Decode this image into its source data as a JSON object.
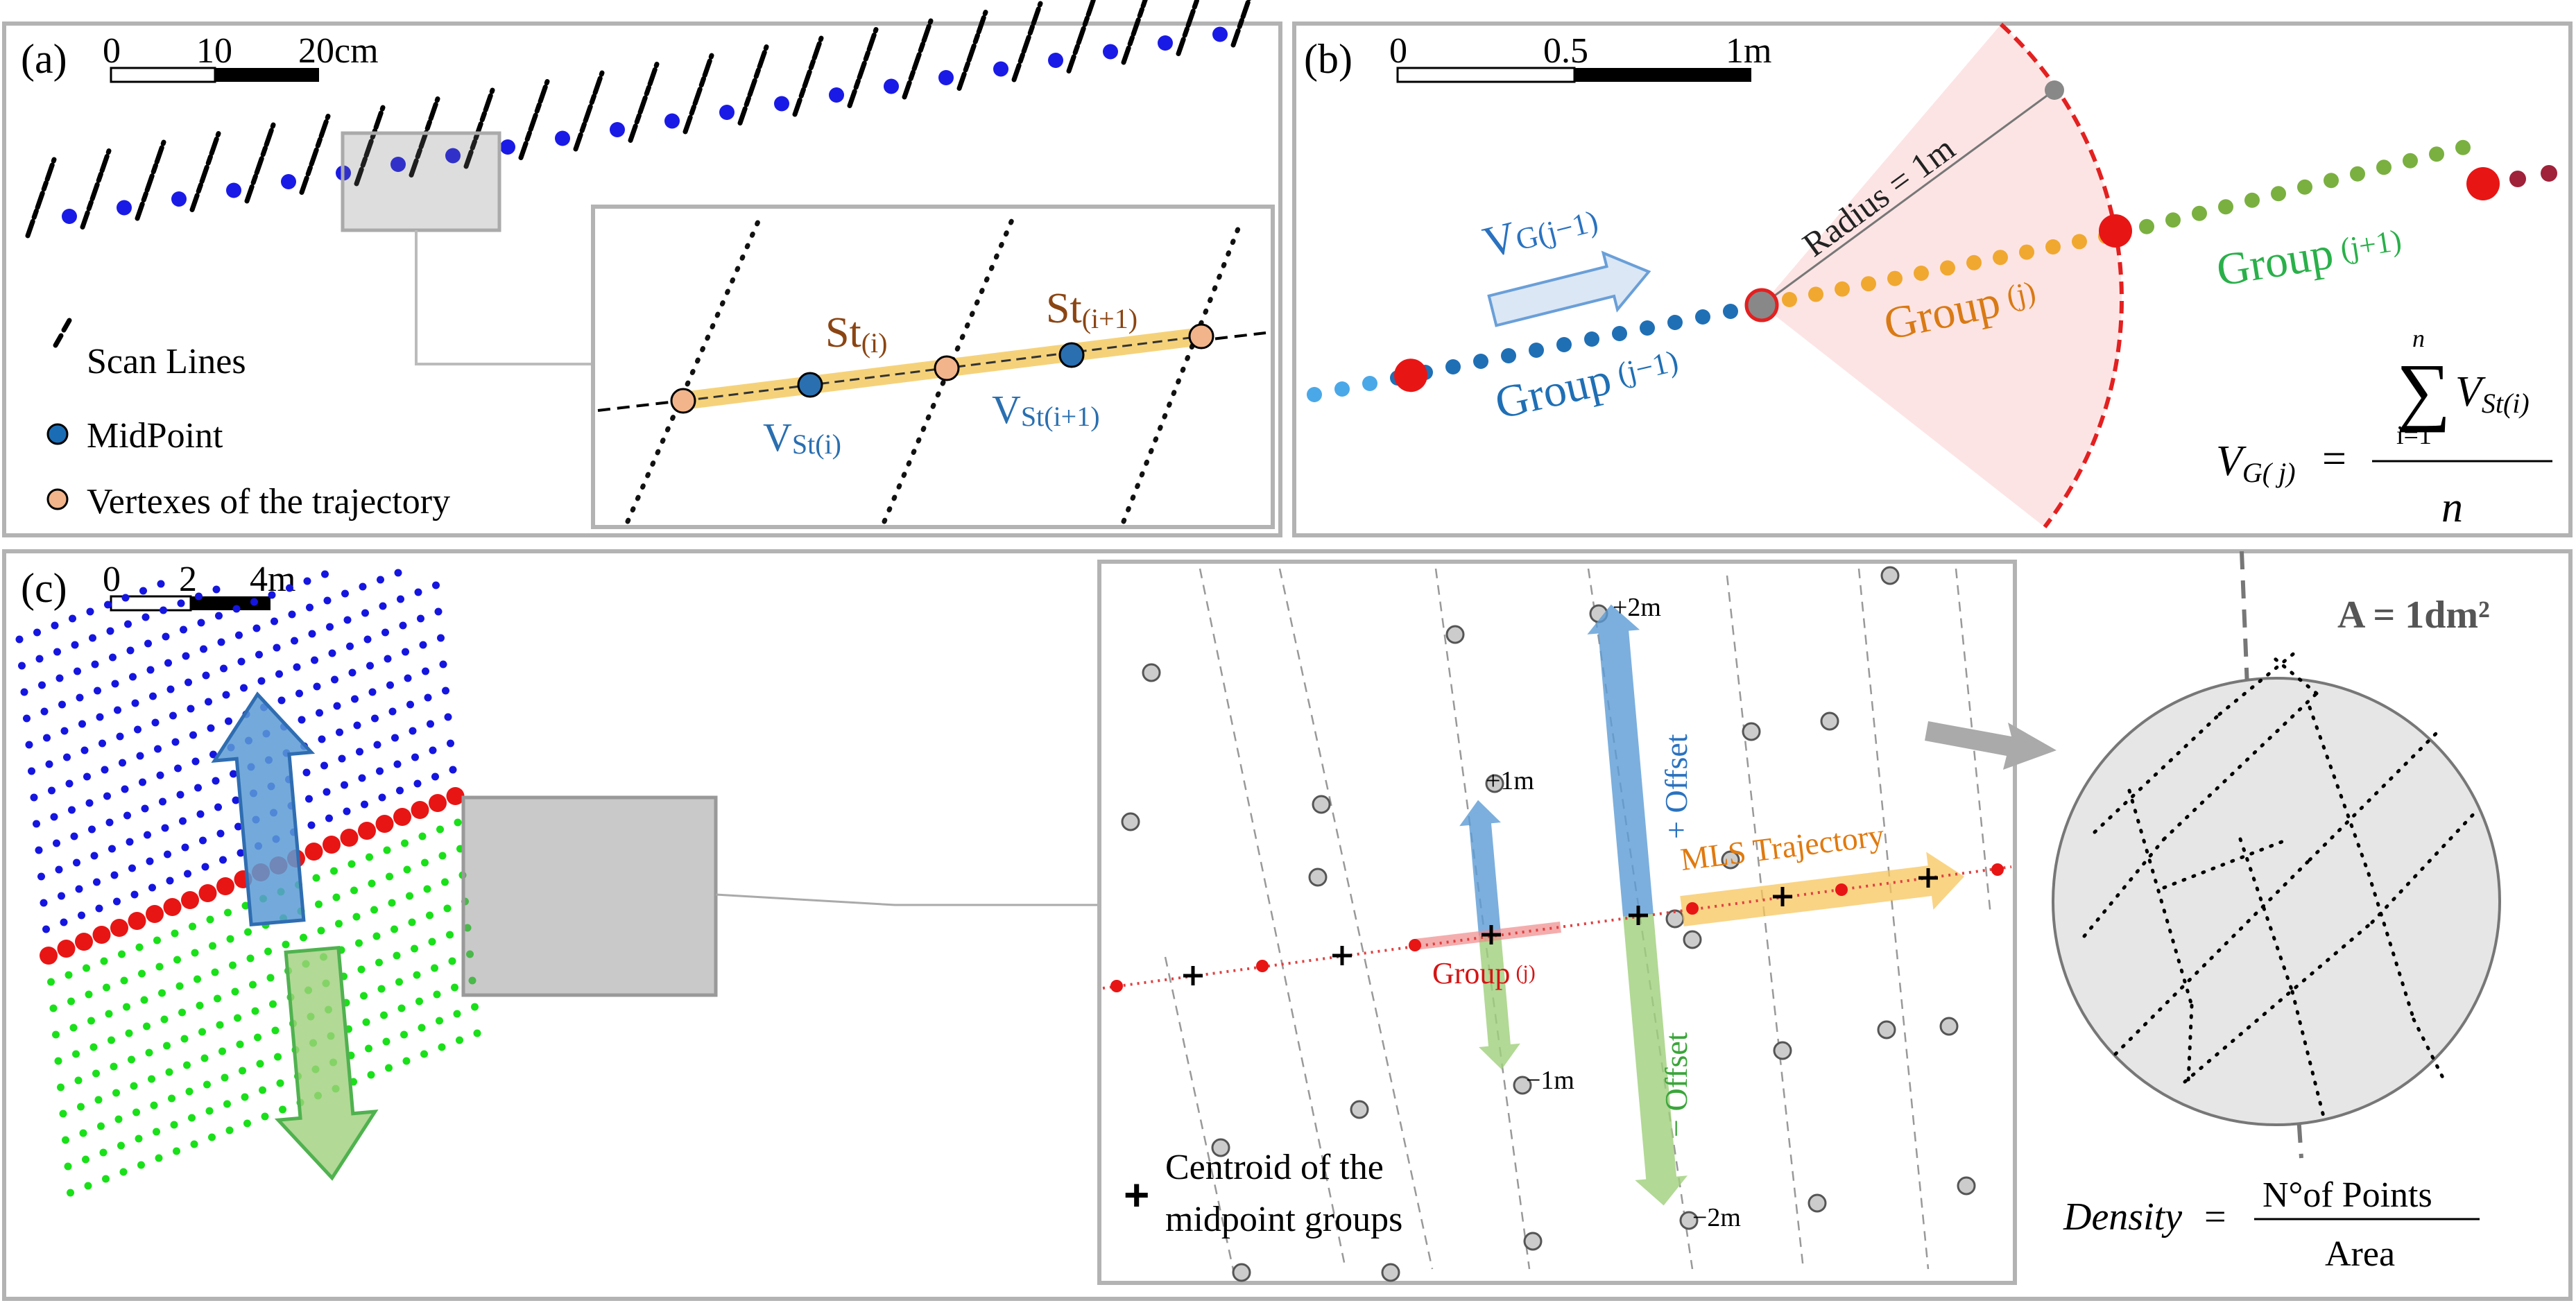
{
  "panel_a": {
    "label": "(a)",
    "scale": {
      "t0": "0",
      "t1": "10",
      "t2": "20cm"
    },
    "inset": {
      "st_i": "St",
      "st_i_sub": "(i)",
      "st_i1": "St",
      "st_i1_sub": "(i+1)",
      "vst_i": "V",
      "vst_i_sub": "St(i)",
      "vst_i1": "V",
      "vst_i1_sub": "St(i+1)"
    },
    "legend": {
      "scan_lines": "Scan Lines",
      "midpoint": "MidPoint",
      "vertexes": "Vertexes of the trajectory"
    },
    "colors": {
      "midpoint": "#1a1ae6",
      "vertex": "#f2b48a",
      "midpoint_inset": "#2a6fb0",
      "trajectory": "#f5d27a"
    }
  },
  "panel_b": {
    "label": "(b)",
    "scale": {
      "t0": "0",
      "t1": "0.5",
      "t2": "1m"
    },
    "radius": "Radius = 1m",
    "vg_prev": {
      "main": "V",
      "sub": "G(j−1)"
    },
    "group_prev": {
      "main": "Group",
      "sub": "(j−1)"
    },
    "group_j": {
      "main": "Group",
      "sub": "(j)"
    },
    "group_next": {
      "main": "Group",
      "sub": "(j+1)"
    },
    "formula": {
      "lhs": "V",
      "lhs_sub": "G( j)",
      "equals": "=",
      "sum_top": "n",
      "sum": "∑",
      "sum_bottom": "i=1",
      "num": "V",
      "num_sub": "St(i)",
      "den": "n"
    },
    "colors": {
      "group_prev": "#1f6fb5",
      "group_j": "#f0a830",
      "group_next": "#7ab040",
      "boundary": "#e32020",
      "sector": "#fde4e4"
    }
  },
  "panel_c": {
    "label": "(c)",
    "scale": {
      "t0": "0",
      "t1": "2",
      "t2": "4m"
    },
    "offsets": {
      "p2": "+2m",
      "p1": "+1m",
      "m1": "−1m",
      "m2": "−2m",
      "plus_offset": "+ Offset",
      "minus_offset": "− Offset"
    },
    "mls": "MLS Trajectory",
    "group_j": {
      "main": "Group",
      "sub": "(j)"
    },
    "legend_centroid": [
      "Centroid of the",
      "midpoint groups"
    ],
    "area": "A = 1dm²",
    "density": {
      "lhs": "Density",
      "equals": "=",
      "num": "N°of Points",
      "den": "Area"
    },
    "colors": {
      "up": "#1515e0",
      "mid": "#e81515",
      "down": "#19e019",
      "blue_arrow": "#5b9bd5",
      "green_arrow": "#9fd07a",
      "mls": "#f7c65c"
    }
  }
}
